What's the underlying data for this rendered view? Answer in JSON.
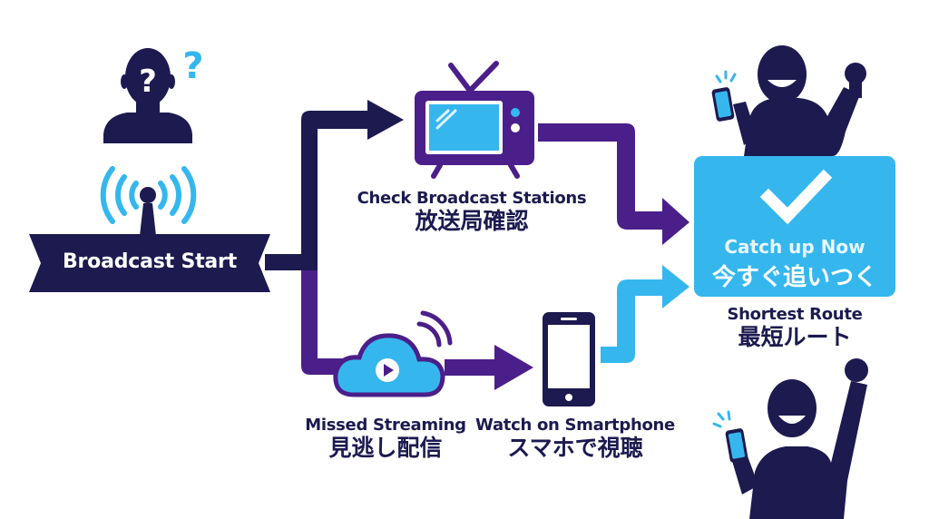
{
  "colors": {
    "navy": "#1c1a4f",
    "purple": "#4a1f8a",
    "cyan": "#35b7ee",
    "background": "#ffffff"
  },
  "start": {
    "label": "Broadcast Start",
    "icons": [
      "confused-person-icon",
      "question-mark-icon",
      "broadcast-antenna-icon"
    ]
  },
  "steps": {
    "check_stations": {
      "en": "Check Broadcast Stations",
      "jp": "放送局確認",
      "icon": "tv-icon"
    },
    "missed_streaming": {
      "en": "Missed Streaming",
      "jp": "見逃し配信",
      "icon": "cloud-play-icon"
    },
    "watch_smartphone": {
      "en": "Watch on Smartphone",
      "jp": "スマホで視聴",
      "icon": "smartphone-icon"
    }
  },
  "goal": {
    "en": "Catch up Now",
    "jp": "今すぐ追いつく",
    "icon": "checkmark-icon",
    "caption_en": "Shortest Route",
    "caption_jp": "最短ルート"
  },
  "celebrants": [
    "happy-person-with-phone-icon",
    "happy-person-with-phone-icon"
  ]
}
